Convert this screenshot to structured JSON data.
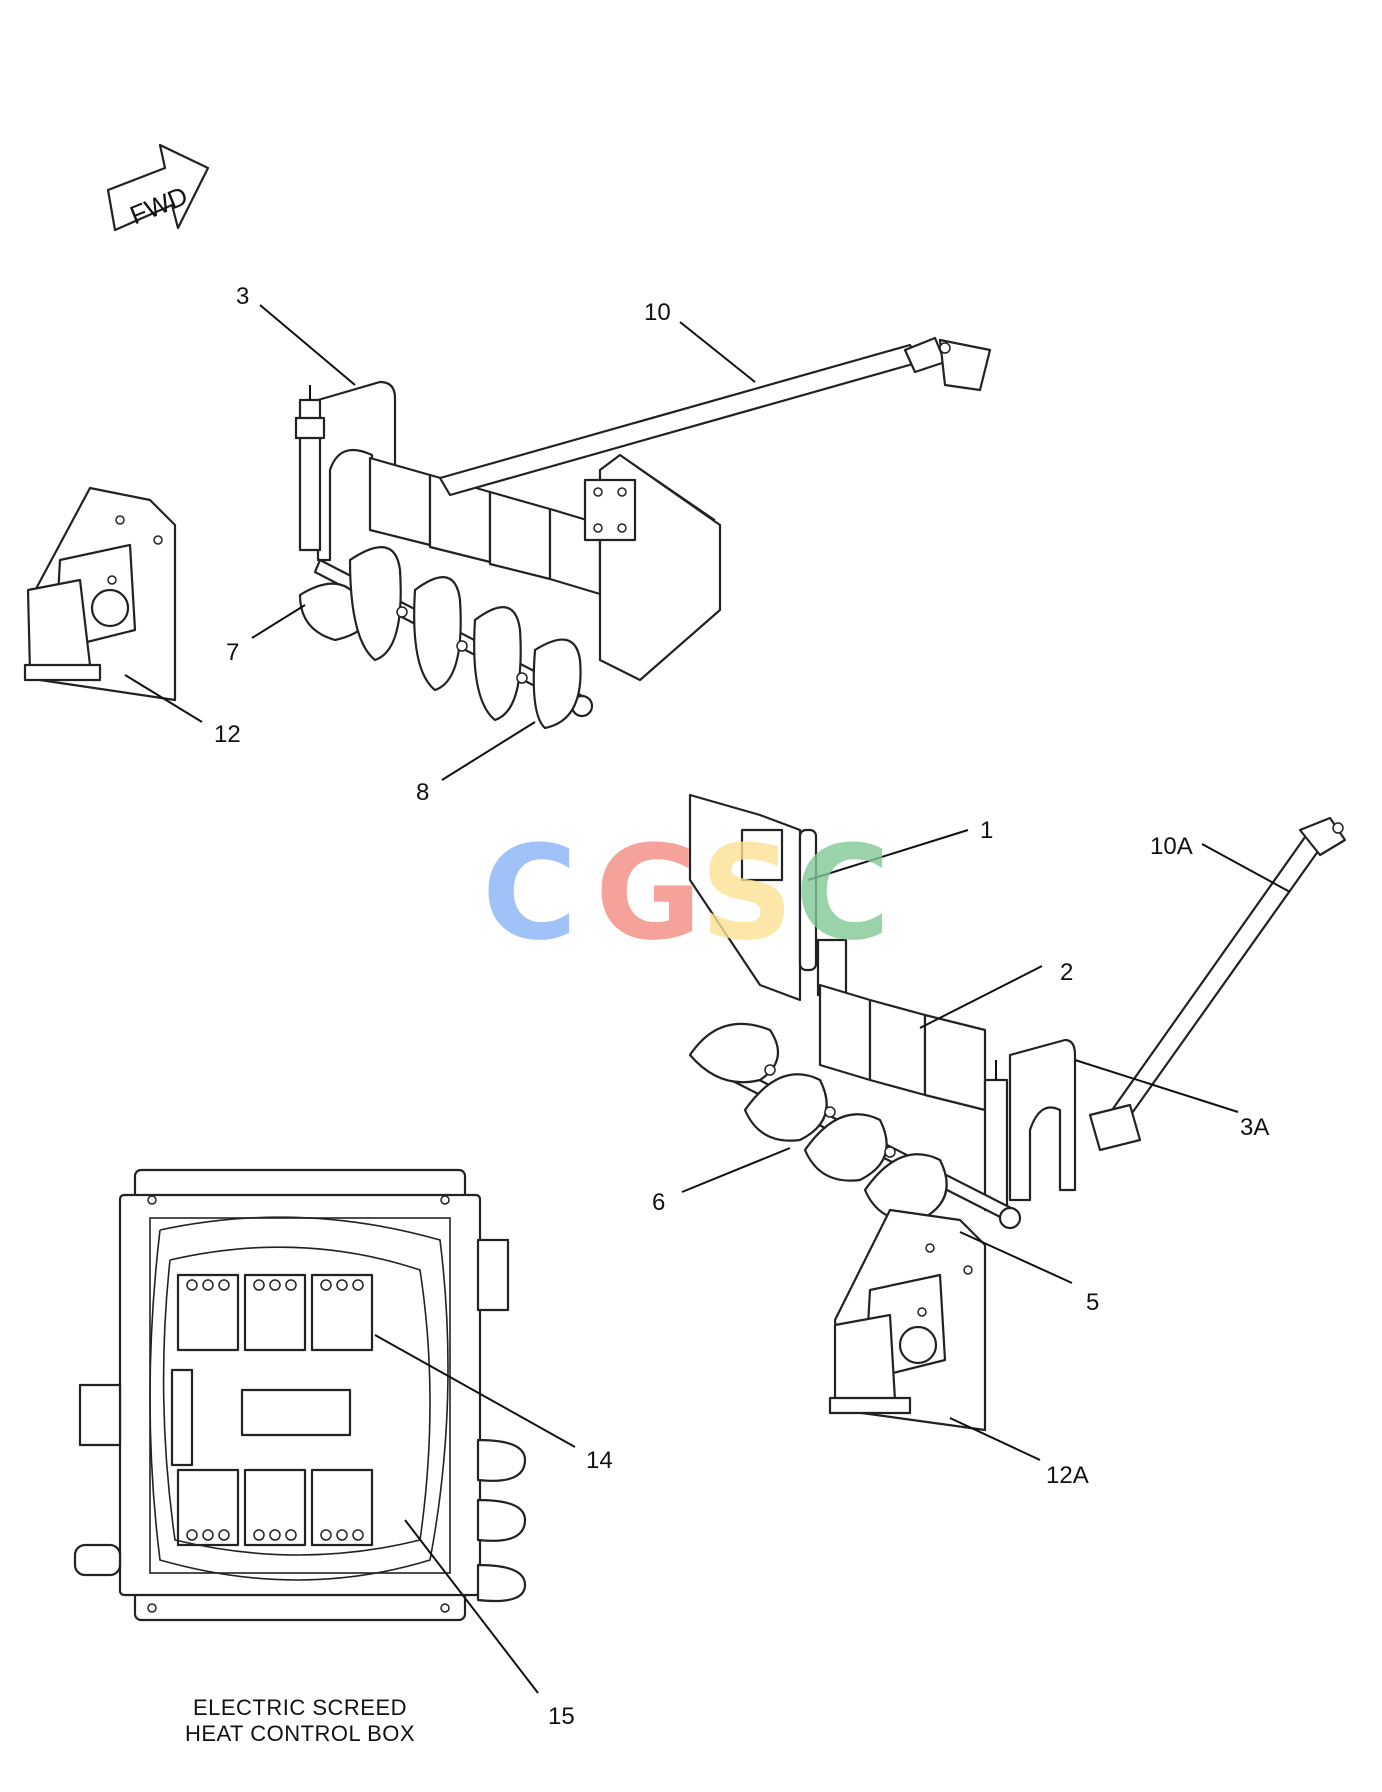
{
  "fwd_label": "FWD",
  "callouts": {
    "c1": "1",
    "c2": "2",
    "c3": "3",
    "c3a": "3A",
    "c5": "5",
    "c6": "6",
    "c7": "7",
    "c8": "8",
    "c10": "10",
    "c10a": "10A",
    "c12": "12",
    "c12a": "12A",
    "c14": "14",
    "c15": "15"
  },
  "caption": {
    "line1": "ELECTRIC SCREED",
    "line2": "HEAT CONTROL BOX"
  },
  "watermark": {
    "letters": [
      "C",
      "G",
      "S",
      "C"
    ],
    "colors": [
      "#8ab4f8",
      "#f28b82",
      "#fde293",
      "#81c995"
    ]
  }
}
